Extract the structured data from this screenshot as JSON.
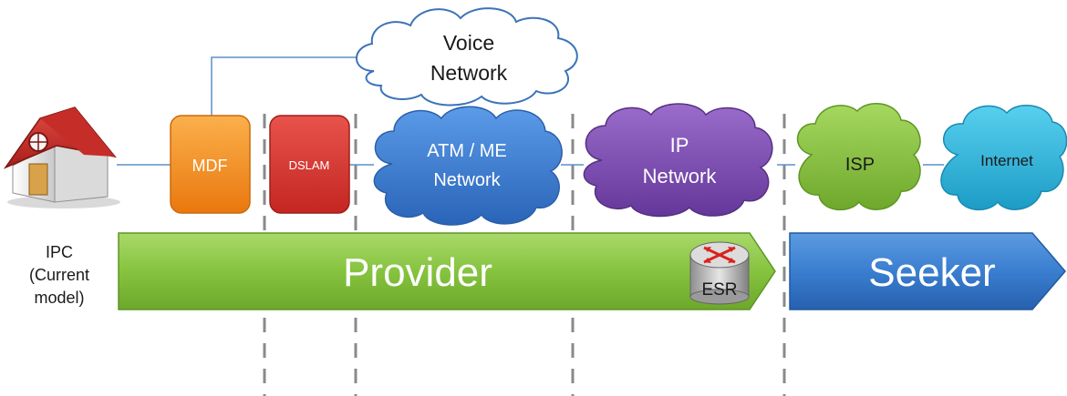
{
  "voice_cloud": {
    "line1": "Voice",
    "line2": "Network"
  },
  "house": {
    "label_line1": "IPC",
    "label_line2": "(Current",
    "label_line3": "model)"
  },
  "mdf": {
    "label": "MDF",
    "color": "#F28C1F"
  },
  "dslam": {
    "label": "DSLAM",
    "color": "#D9342F"
  },
  "atm_cloud": {
    "line1": "ATM / ME",
    "line2": "Network",
    "color": "#3C7DD6"
  },
  "ip_cloud": {
    "line1": "IP",
    "line2": "Network",
    "color": "#7E4FB3"
  },
  "isp_cloud": {
    "label": "ISP",
    "color": "#8CC63E"
  },
  "internet_cloud": {
    "label": "Internet",
    "color": "#2CB9DF"
  },
  "provider_arrow": {
    "label": "Provider",
    "color": "#7DBF2F"
  },
  "esr_router": {
    "label": "ESR"
  },
  "seeker_arrow": {
    "label": "Seeker",
    "color": "#2F74C7"
  }
}
